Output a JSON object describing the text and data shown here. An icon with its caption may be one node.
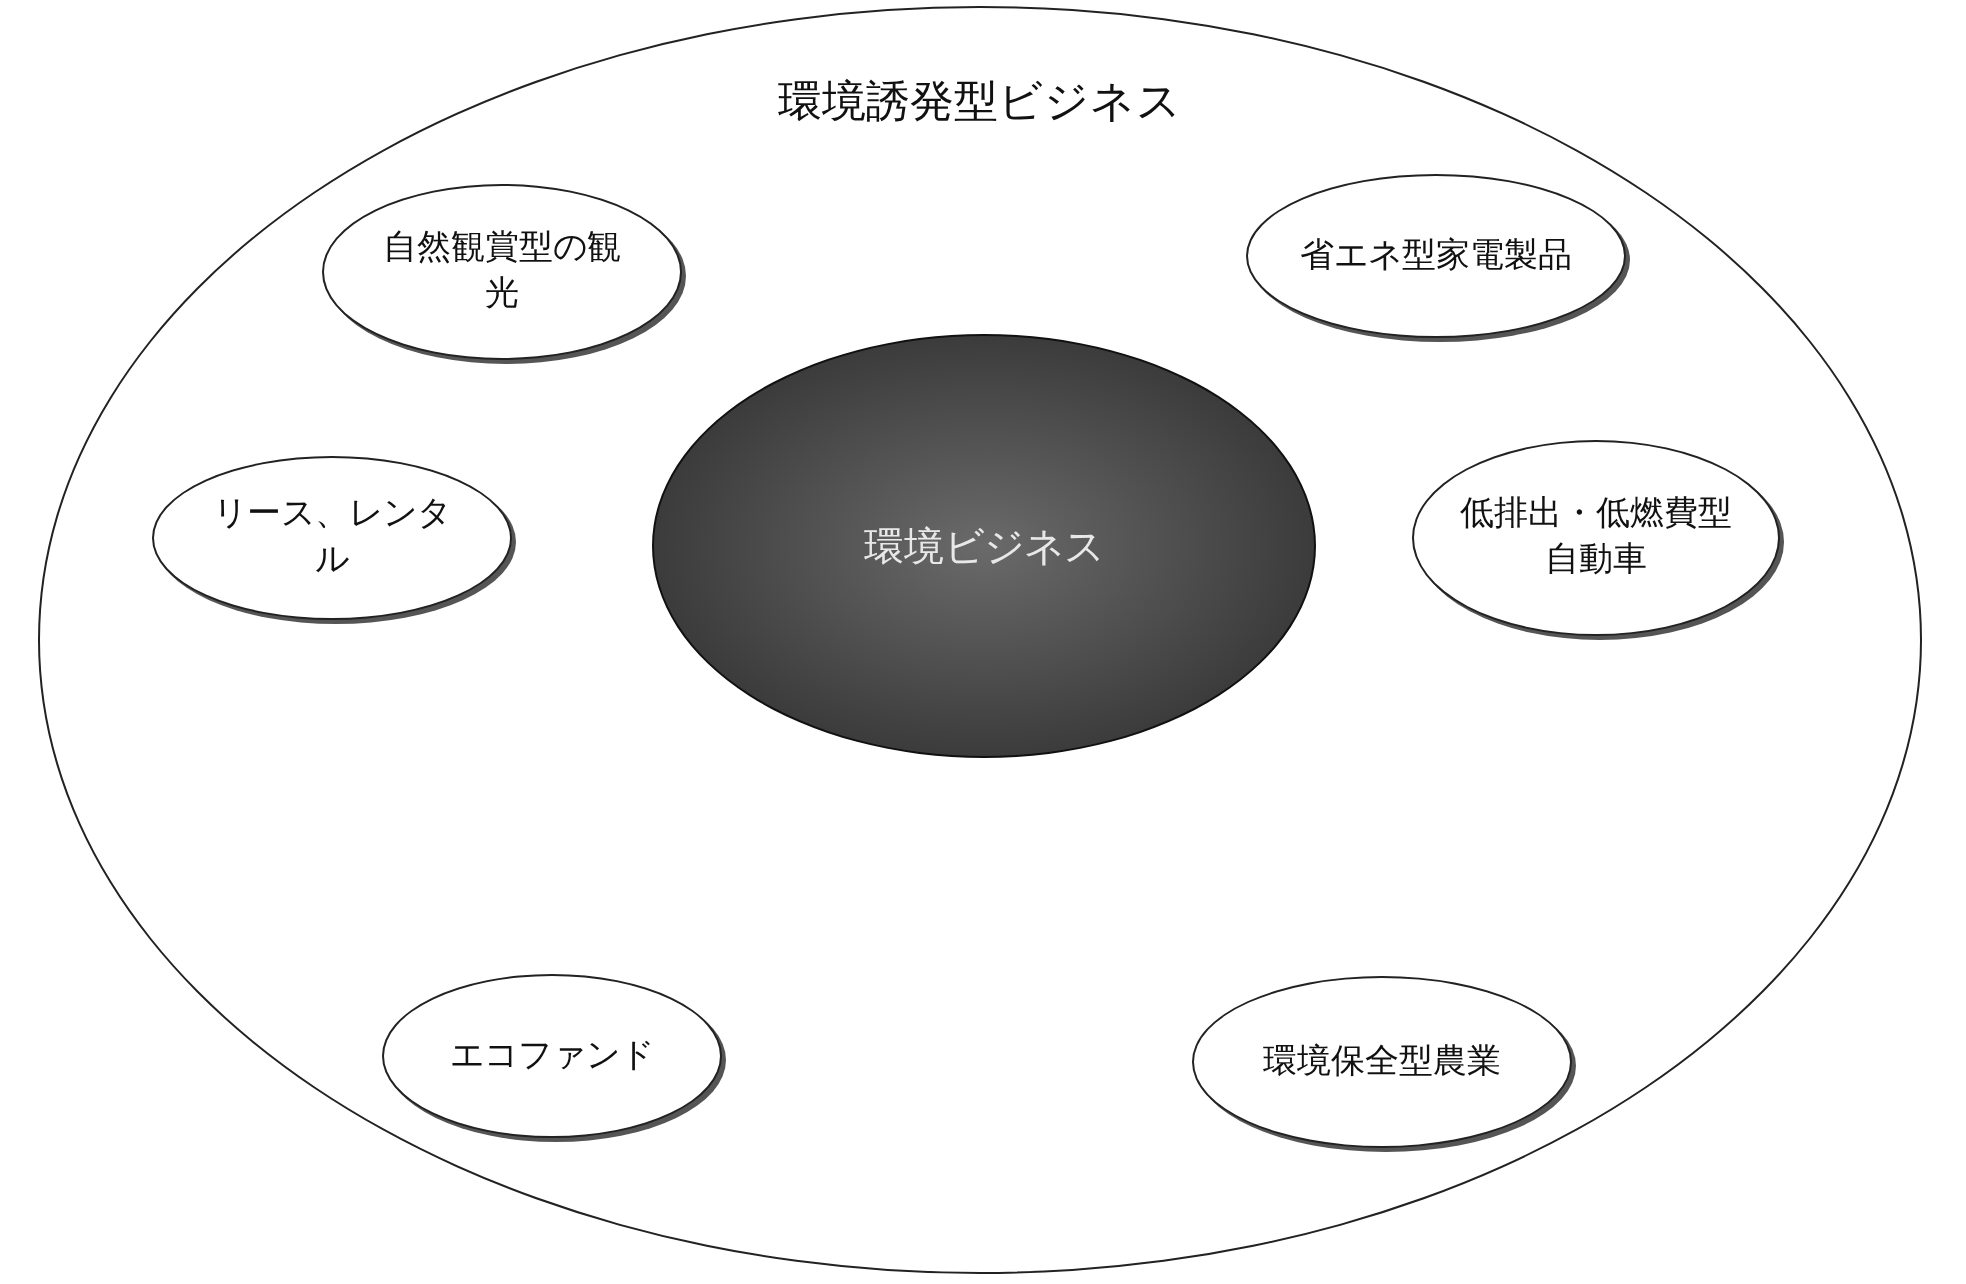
{
  "diagram": {
    "nodes": [
      {
        "text": [
          "環境誘発型ビジネス"
        ]
      },
      {
        "text": [
          "自然観賞型の観光"
        ],
        "in": 0
      },
      {
        "text": [
          "省エネ型家電製品"
        ],
        "in": 0
      },
      {
        "text": [
          "リース、レンタル"
        ],
        "in": 0
      },
      {
        "text": [
          "環境ビジネス"
        ],
        "in": 0
      },
      {
        "text": [
          "低排出・低燃費型自動車"
        ],
        "in": 0
      },
      {
        "text": [
          "エコファンド"
        ],
        "in": 0
      },
      {
        "text": [
          "環境保全型農業"
        ],
        "in": 0
      }
    ]
  }
}
